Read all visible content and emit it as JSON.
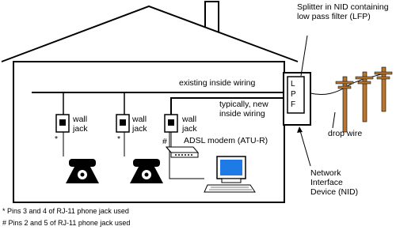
{
  "labels": {
    "splitter": "Splitter in NID containing low pass filter (LFP)",
    "existing_wiring": "existing inside wiring",
    "new_wiring": "typically, new inside wiring",
    "wall_jack": "wall jack",
    "adsl_modem": "ADSL modem (ATU-R)",
    "drop_wire": "drop wire",
    "nid": "Network Interface Device (NID)",
    "lpf_letters": [
      "L",
      "P",
      "F"
    ],
    "asterisk": "*",
    "hash": "#"
  },
  "notes": [
    "* Pins 3 and 4 of RJ-11 phone jack used",
    "# Pins 2 and 5 of RJ-11 phone jack used"
  ],
  "colors": {
    "line": "#000000",
    "monitor_screen": "#1e7be6",
    "pole": "#b9762e"
  }
}
